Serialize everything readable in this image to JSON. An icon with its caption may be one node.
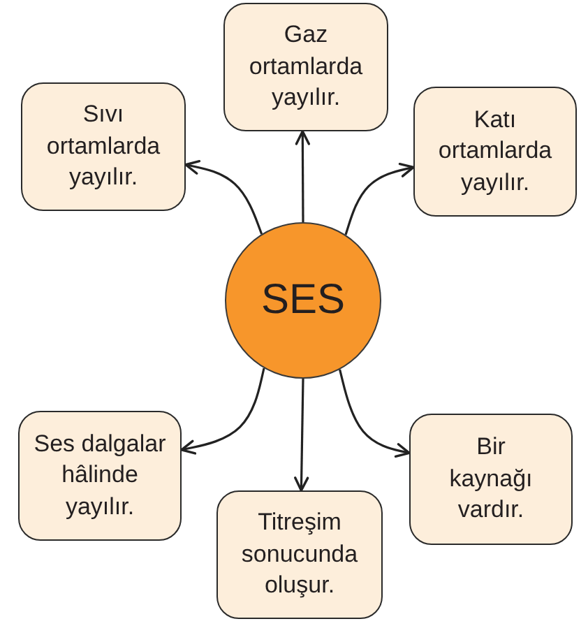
{
  "diagram": {
    "nodes": [
      {
        "text": [
          "Gaz ortamlarda yayılır."
        ]
      },
      {
        "text": [
          "Sıvı ortamlarda yayılır."
        ]
      },
      {
        "text": [
          "Katı ortamlarda yayılır."
        ]
      },
      {
        "text": [
          "SES"
        ]
      },
      {
        "text": [
          "Ses dalgalar hâlinde yayılır."
        ]
      },
      {
        "text": [
          "Bir kaynağı vardır."
        ]
      },
      {
        "text": [
          "Titreşim sonucunda oluşur."
        ]
      }
    ],
    "edges": [
      {
        "from": 3,
        "to": 0,
        "arrow": "to"
      },
      {
        "from": 3,
        "to": 1,
        "arrow": "to"
      },
      {
        "from": 3,
        "to": 2,
        "arrow": "to"
      },
      {
        "from": 3,
        "to": 4,
        "arrow": "to"
      },
      {
        "from": 3,
        "to": 5,
        "arrow": "to"
      },
      {
        "from": 3,
        "to": 6,
        "arrow": "to"
      }
    ]
  }
}
